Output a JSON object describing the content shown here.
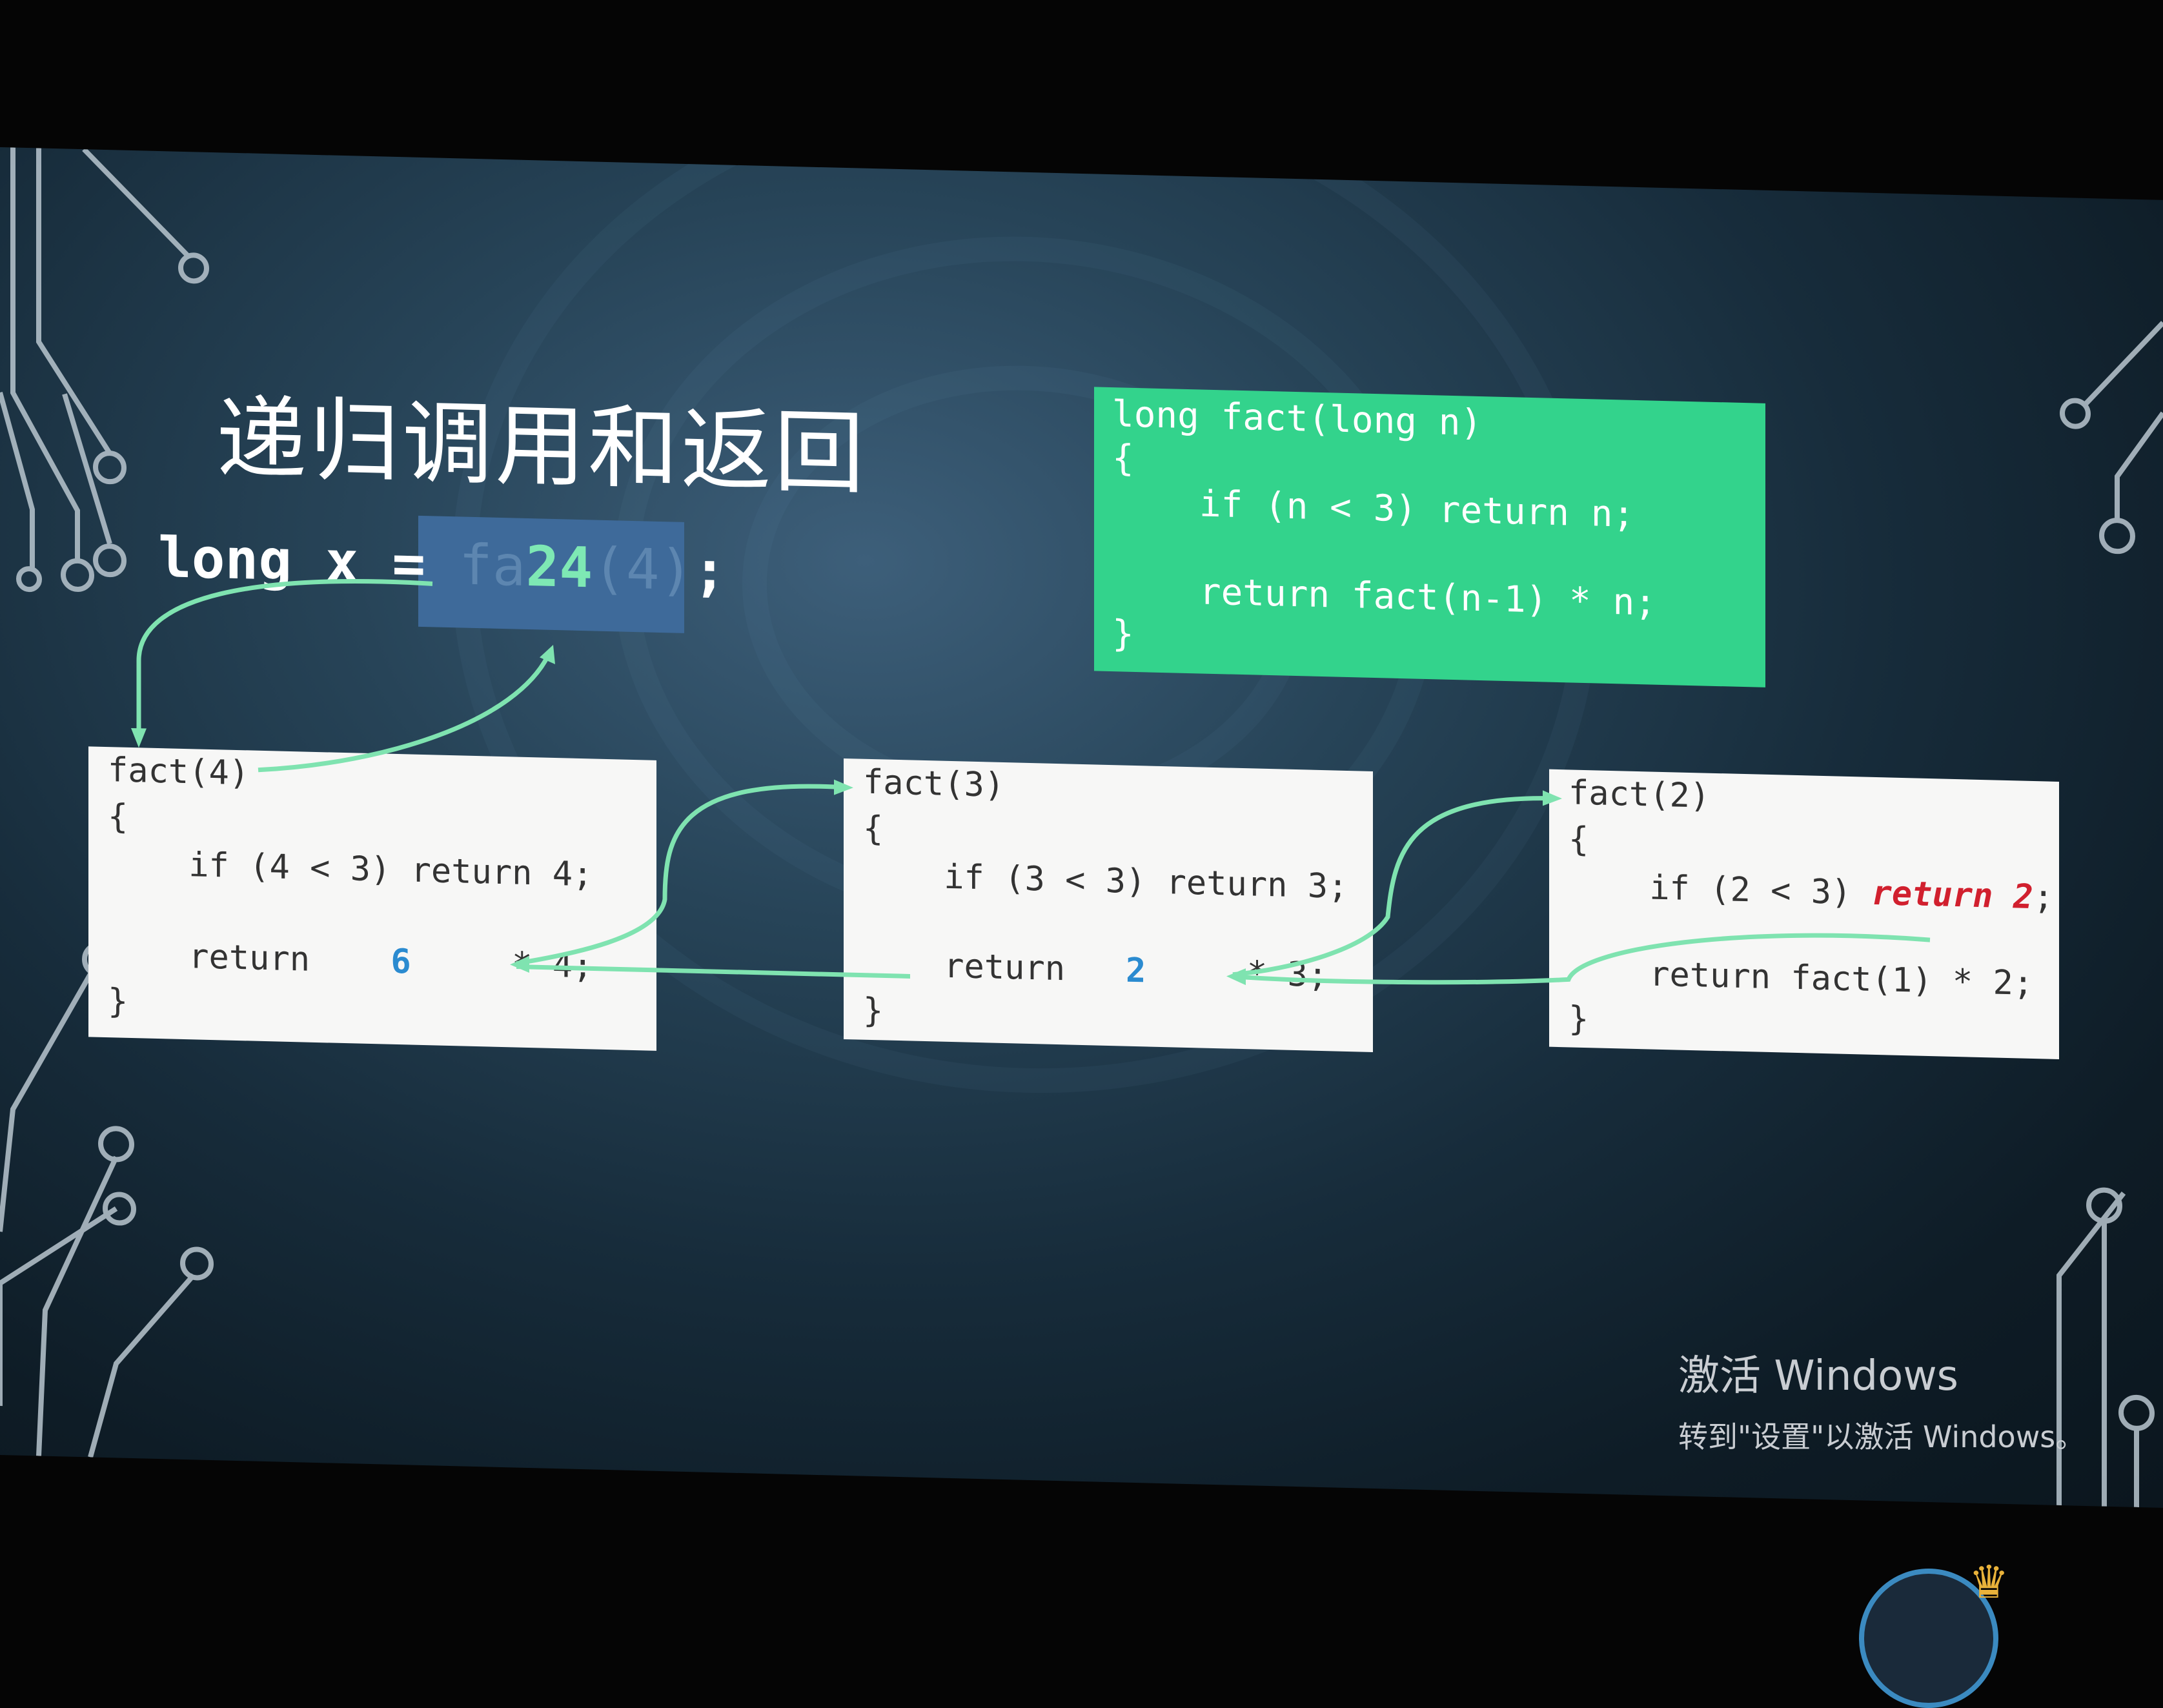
{
  "slide": {
    "title": "递归调用和返回",
    "assignment": {
      "prefix": "long x = ",
      "faded_left": "fa",
      "result": "24",
      "faded_right": "(4)",
      "suffix": ";"
    },
    "definition": {
      "lines": [
        "long fact(long n)",
        "{",
        "    if (n < 3) return n;",
        "",
        "    return fact(n-1) * n;",
        "}"
      ]
    },
    "frames": [
      {
        "name": "fact(4)",
        "open": "{",
        "if_line": "    if (4 < 3) return 4;",
        "return_kw": "    return",
        "return_val": "6",
        "return_tail": "* 4;",
        "close": "}"
      },
      {
        "name": "fact(3)",
        "open": "{",
        "if_line": "    if (3 < 3) return 3;",
        "return_kw": "    return",
        "return_val": "2",
        "return_tail": "* 3;",
        "close": "}"
      },
      {
        "name": "fact(2)",
        "open": "{",
        "if_line_prefix": "    if (2 < 3) ",
        "if_return_kw": "return",
        "if_return_val": "2",
        "if_line_suffix": ";",
        "return_line": "    return fact(1) * 2;",
        "close": "}"
      }
    ],
    "colors": {
      "background": "#1b3345",
      "definition_box": "#33d38c",
      "arrow": "#7fe3b0",
      "highlight_number": "#2b8bd0",
      "return_red": "#d1202e"
    }
  },
  "watermark": {
    "line1": "激活 Windows",
    "line2": "转到\"设置\"以激活 Windows。"
  }
}
